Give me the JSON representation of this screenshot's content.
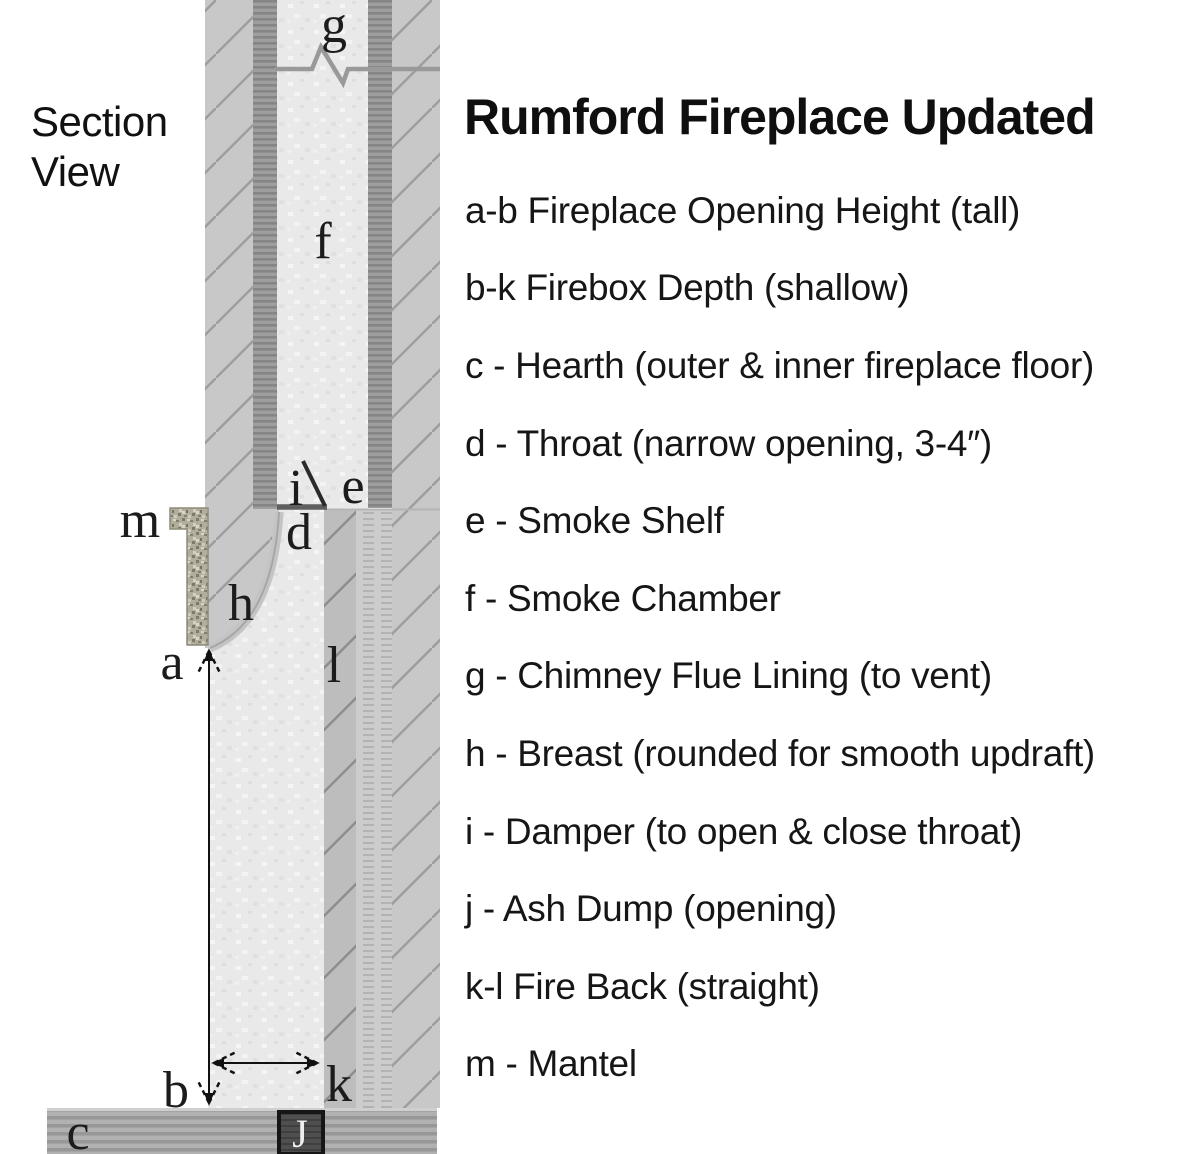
{
  "section_label": {
    "line1": "Section",
    "line2": "View"
  },
  "legend": {
    "title": "Rumford Fireplace Updated",
    "items": [
      "a-b Fireplace Opening Height (tall)",
      "b-k Firebox Depth (shallow)",
      "c - Hearth (outer & inner fireplace floor)",
      "d - Throat (narrow opening, 3-4″)",
      "e - Smoke Shelf",
      "f - Smoke Chamber",
      "g - Chimney Flue Lining (to vent)",
      "h - Breast (rounded for smooth updraft)",
      "i - Damper (to open & close throat)",
      "j - Ash Dump (opening)",
      "k-l Fire Back (straight)",
      "m - Mantel"
    ]
  },
  "diagram": {
    "view_type": "Section View",
    "letters": {
      "a": "a",
      "b": "b",
      "c": "c",
      "d": "d",
      "e": "e",
      "f": "f",
      "g": "g",
      "h": "h",
      "i": "i",
      "j": "J",
      "k": "k",
      "l": "l",
      "m": "m"
    }
  },
  "colors": {
    "background": "#ffffff",
    "masonry": "#c8c8c8",
    "masonry_hatch": "#9d9d9d",
    "flue_lining": "#9e9e9e",
    "interior": "#e9e9e9",
    "fire_back": "#bdbdbd",
    "block_band": "#cccccc",
    "hearth": "#a9a9a9",
    "mantel": "#b2ae9d",
    "ash_dump": "#4f4f4f",
    "text": "#1a1a1a"
  }
}
